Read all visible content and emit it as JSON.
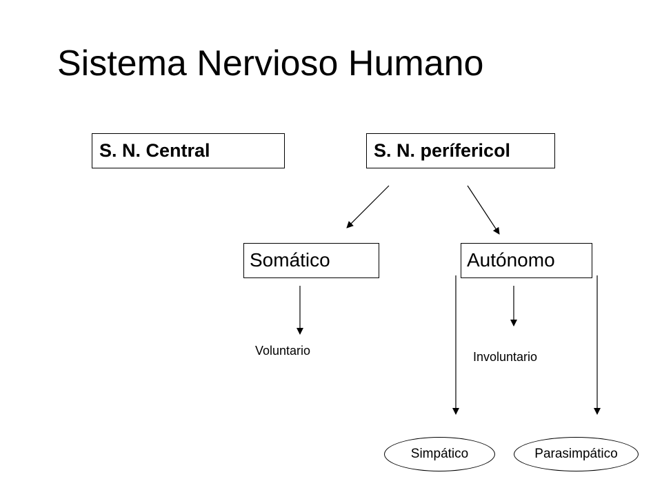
{
  "title": "Sistema Nervioso Humano",
  "nodes": {
    "central": "S. N. Central",
    "periferico": "S. N. perífericol",
    "somatico": "Somático",
    "autonomo": "Autónomo",
    "voluntario": "Voluntario",
    "involuntario": "Involuntario",
    "simpatico": "Simpático",
    "parasimpatico": "Parasimpático"
  },
  "colors": {
    "line": "#000000",
    "background": "#ffffff"
  }
}
